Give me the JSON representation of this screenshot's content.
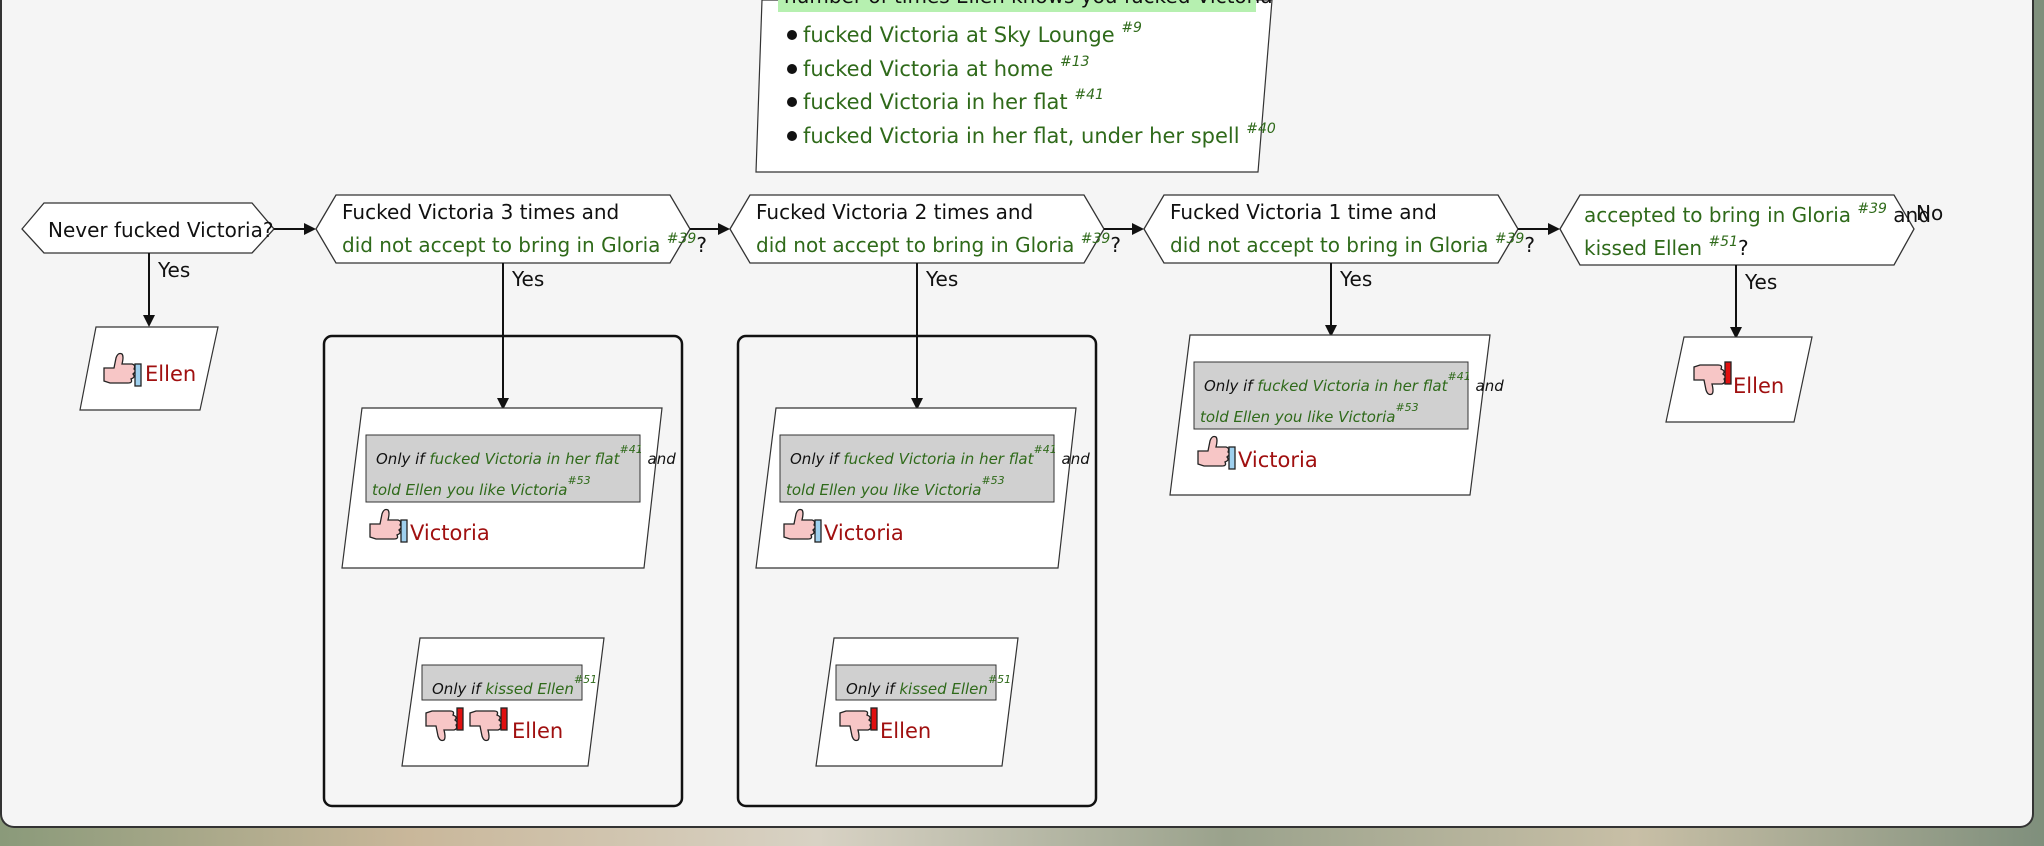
{
  "intro_box": {
    "header_partial": "number of times Ellen knows you fucked Victoria",
    "items": [
      {
        "text": "fucked Victoria at Sky Lounge",
        "ref": "#9"
      },
      {
        "text": "fucked Victoria at home",
        "ref": "#13"
      },
      {
        "text": "fucked Victoria in her flat",
        "ref": "#41"
      },
      {
        "text": "fucked Victoria in her flat, under her spell",
        "ref": "#40"
      }
    ]
  },
  "decisions": {
    "d1": {
      "text": "Never fucked Victoria?"
    },
    "d2": {
      "line1": "Fucked Victoria 3 times and",
      "line2": "did not accept to bring in Gloria",
      "ref": "#39",
      "q": "?"
    },
    "d3": {
      "line1": "Fucked Victoria 2 times and",
      "line2": "did not accept to bring in Gloria",
      "ref": "#39",
      "q": "?"
    },
    "d4": {
      "line1": "Fucked Victoria 1 time and",
      "line2": "did not accept to bring in Gloria",
      "ref": "#39",
      "q": "?"
    },
    "d5": {
      "line1": "accepted to bring in Gloria",
      "ref1": "#39",
      "and": "and",
      "line2": "kissed Ellen",
      "ref2": "#51",
      "q": "?"
    }
  },
  "labels": {
    "yes": "Yes",
    "no": "No"
  },
  "condition": {
    "only_if": "Only if",
    "flat": "fucked Victoria in her flat",
    "flat_ref": "#41",
    "and": "and",
    "told": "told Ellen you like Victoria",
    "told_ref": "#53",
    "kissed": "kissed Ellen",
    "kissed_ref": "#51"
  },
  "outcomes": {
    "ellen": "Ellen",
    "victoria": "Victoria"
  },
  "colors": {
    "condition_text": "#2f6a1a",
    "outcome_text": "#a01010",
    "condition_bg": "#d0d0d0",
    "thumb_fill": "#f7c6c6",
    "thumb_up_cuff": "#9fd0ee",
    "thumb_down_cuff": "#e01010"
  },
  "icons": [
    "thumbs-up-icon",
    "thumbs-down-icon"
  ]
}
